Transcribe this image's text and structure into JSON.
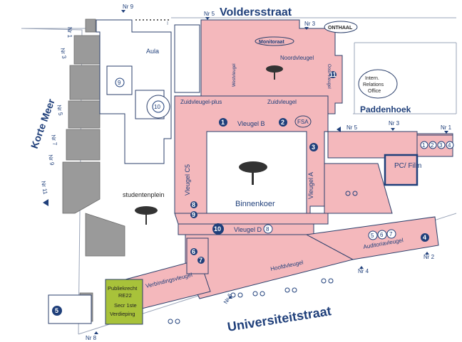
{
  "streets": {
    "top": "Voldersstraat",
    "bottom": "Universiteitstraat",
    "left": "Korte Meer",
    "right": "Paddenhoek"
  },
  "entrances": {
    "nr9": "Nr 9",
    "nr5_top": "Nr 5",
    "nr3_top": "Nr 3",
    "nr1_left": "Nr 1",
    "nr3_left": "Nr 3",
    "nr5_left": "Nr 5",
    "nr7_left": "Nr 7",
    "nr9_left": "Nr 9",
    "nr11_left": "Nr 11",
    "nr5_right": "Nr 5",
    "nr3_right": "Nr 3",
    "nr1_right": "Nr 1",
    "nr2": "Nr 2",
    "nr4": "Nr 4",
    "nr6": "Nr 6",
    "nr8": "Nr 8"
  },
  "labels": {
    "onthaal": "ONTHAAL",
    "monitoraat": "Monitoraat",
    "noordvleugel": "Noordvleugel",
    "westvleugel": "Westvleugel",
    "oostvleugel": "Oost-Vleugel",
    "intern_relations": "Intern. Relations Office",
    "aula": "Aula",
    "zuidvleugel_plus": "Zuidvleugel-plus",
    "zuidvleugel": "Zuidvleugel",
    "fsa": "FSA",
    "vleugel_b": "Vleugel B",
    "vleugel_c5": "Vleugel C5",
    "vleugel_a": "Vleugel A",
    "vleugel_d": "Vleugel D",
    "binnenkoer": "Binnenkoer",
    "studentenplein": "studentenplein",
    "pc_film": "PC/ Film",
    "auditoriavleugel": "Auditoriavleugel",
    "hoofdvleugel": "Hoofdvleugel",
    "verbindingsvleugel": "Verbindingsvleugel",
    "publiekrecht": "Publiekrecht",
    "re22": "RE22",
    "secr": "Secr 1ste",
    "verdieping": "Verdieping"
  },
  "badges": {
    "b1": "1",
    "b2": "2",
    "b3": "3",
    "b4": "4",
    "b5": "5",
    "b6": "6",
    "b7": "7",
    "b8": "8",
    "b9": "9",
    "b10": "10",
    "b11": "11",
    "c1": "1",
    "c2": "2",
    "c3": "3",
    "c4": "4",
    "a5": "5",
    "a6": "6",
    "a7": "7",
    "aula9": "9",
    "aula10": "10"
  },
  "colors": {
    "building": "#f4b8bc",
    "other_building": "#9a9a9a",
    "highlight": "#a8c23a",
    "text": "#1f3f7a"
  }
}
